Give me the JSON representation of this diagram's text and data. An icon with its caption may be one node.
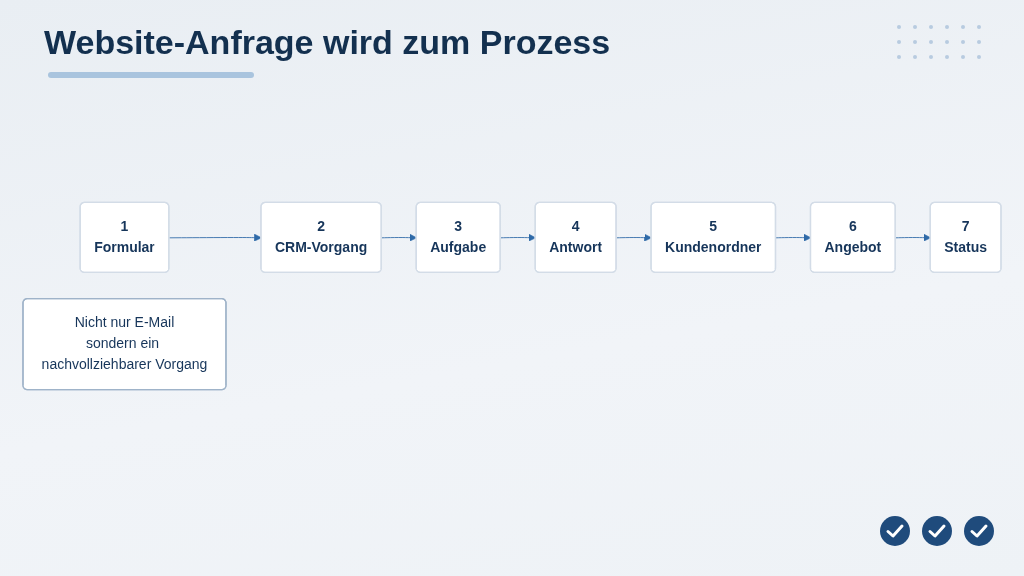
{
  "diagram": {
    "title": "Website-Anfrage wird zum Prozess",
    "nodes": [
      {
        "text": [
          "1",
          "Formular"
        ]
      },
      {
        "text": [
          "2",
          "CRM-Vorgang"
        ]
      },
      {
        "text": [
          "3",
          "Aufgabe"
        ]
      },
      {
        "text": [
          "4",
          "Antwort"
        ]
      },
      {
        "text": [
          "5",
          "Kundenordner"
        ]
      },
      {
        "text": [
          "6",
          "Angebot"
        ]
      },
      {
        "text": [
          "7",
          "Status"
        ]
      },
      {
        "text": [
          "Nicht nur E-Mail",
          "sondern ein nachvollziehbarer Vorgang"
        ]
      }
    ],
    "edges": [
      {
        "from": 0,
        "to": 1,
        "arrow": "to"
      },
      {
        "from": 1,
        "to": 2,
        "arrow": "to"
      },
      {
        "from": 2,
        "to": 3,
        "arrow": "to"
      },
      {
        "from": 3,
        "to": 4,
        "arrow": "to"
      },
      {
        "from": 4,
        "to": 5,
        "arrow": "to"
      },
      {
        "from": 5,
        "to": 6,
        "arrow": "to"
      }
    ]
  }
}
